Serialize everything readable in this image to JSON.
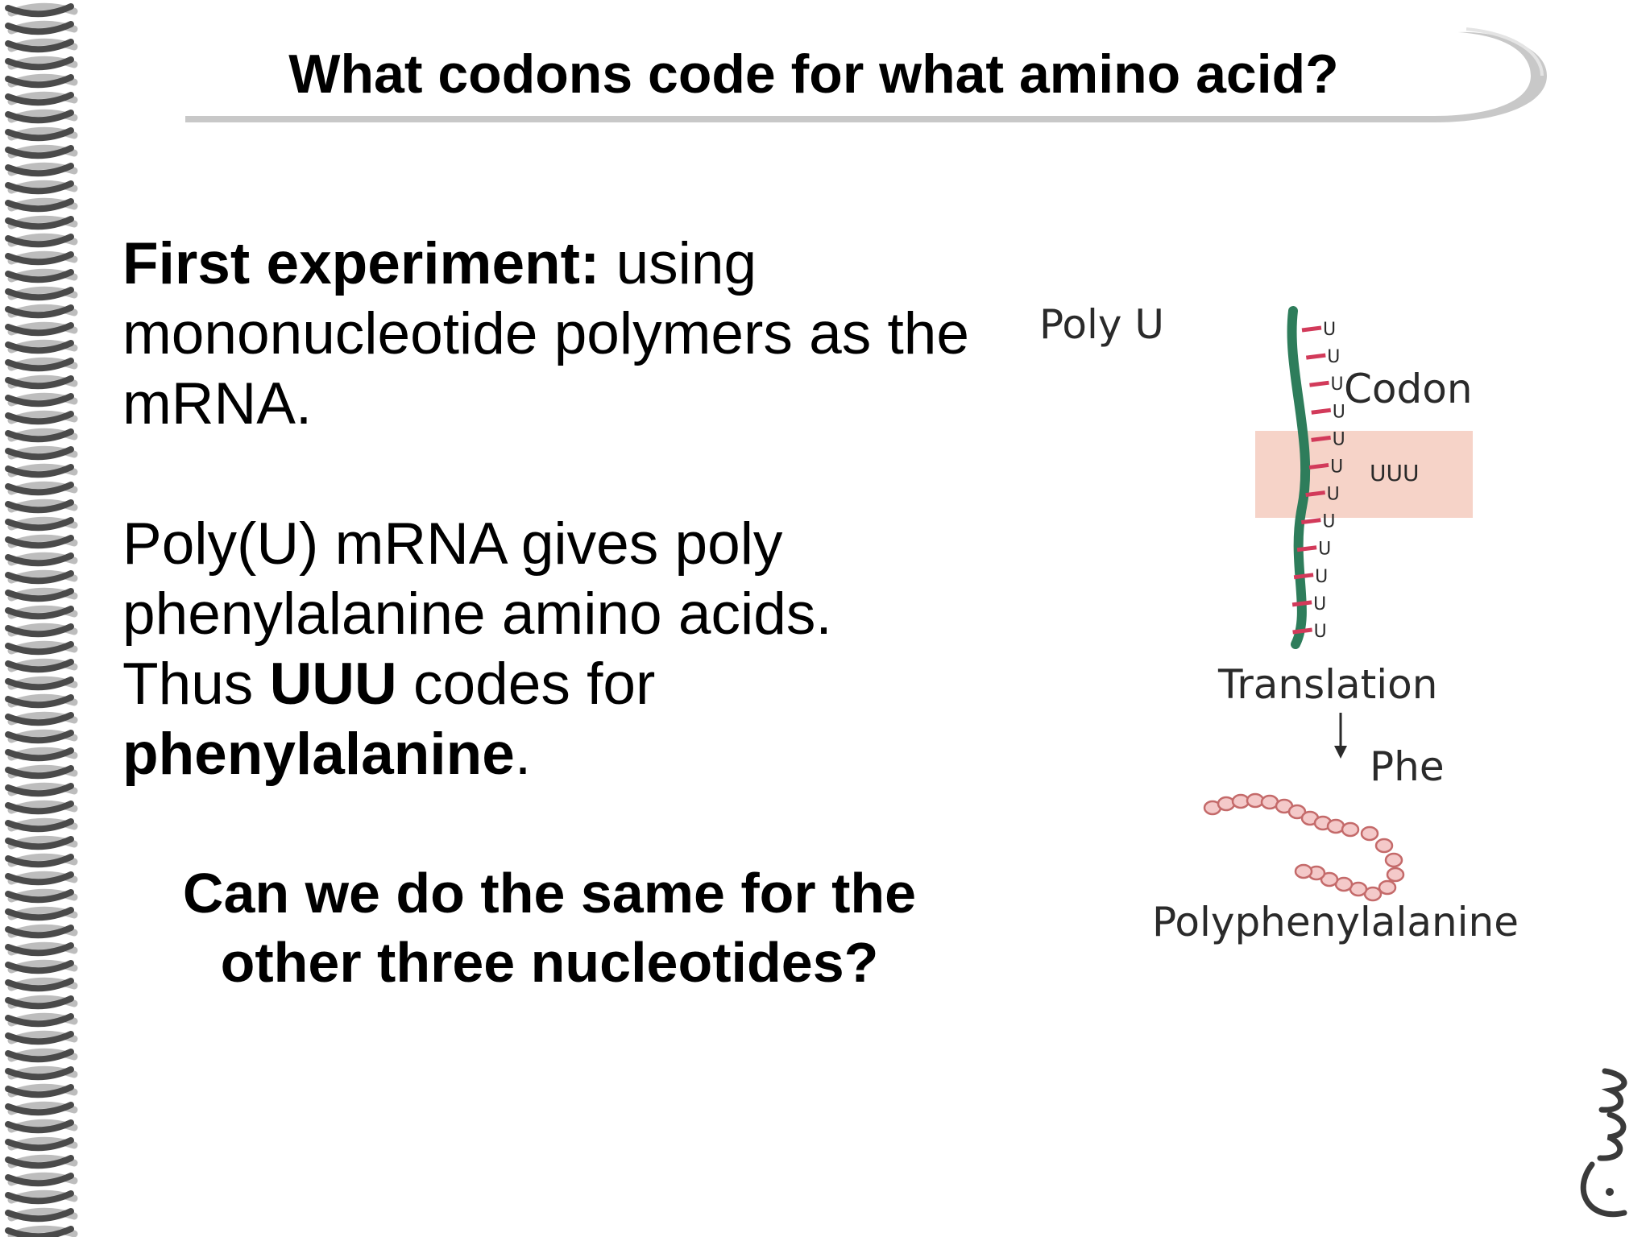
{
  "slide": {
    "title": "What codons code for what amino acid?",
    "paragraph1": {
      "lead_bold": "First experiment:",
      "rest": " using mononucleotide polymers as the mRNA."
    },
    "paragraph2": {
      "part1": "Poly(U) mRNA gives poly phenylalanine amino acids. Thus ",
      "codon_bold": "UUU",
      "part2": " codes for ",
      "amino_bold": "phenylalanine",
      "part3": "."
    },
    "question_line1": "Can we do the same for the",
    "question_line2": "other three nucleotides?"
  },
  "figure": {
    "poly_label": "Poly U",
    "codon_label": "Codon",
    "codon_value": "UUU",
    "base_letter": "U",
    "base_count": 12,
    "translation_label": "Translation",
    "amino_label": "Phe",
    "product_label": "Polyphenylalanine"
  },
  "colors": {
    "backbone": "#2e7d5b",
    "base_tick": "#d23a5a",
    "codon_highlight": "#f6d3c8",
    "bead_fill": "#f4c9c9",
    "bead_stroke": "#c46a6a",
    "banner_shadow": "#c8c8c8",
    "border_dark": "#4a4a4a",
    "border_light": "#bdbdbd"
  },
  "icons": {
    "left_border": "dna-helix-border",
    "logo": "calligraphy-logo"
  }
}
